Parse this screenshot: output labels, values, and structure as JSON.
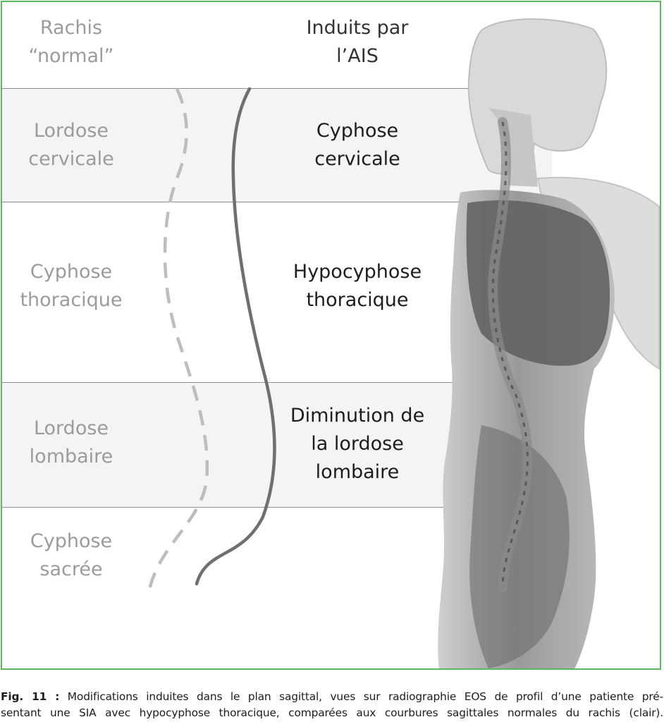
{
  "headers": {
    "normal": "Rachis\n“normal”",
    "ais": "Induits par\nl’AIS"
  },
  "regions": [
    {
      "normal": "Lordose\ncervicale",
      "ais": "Cyphose\ncervicale"
    },
    {
      "normal": "Cyphose\nthoracique",
      "ais": "Hypocyphose\nthoracique"
    },
    {
      "normal": "Lordose\nlombaire",
      "ais": "Diminution de\nla lordose\nlombaire"
    },
    {
      "normal": "Cyphose\nsacrée",
      "ais": ""
    }
  ],
  "caption": {
    "label": "Fig. 11 :",
    "line1": "Modifications induites dans le plan sagittal, vues sur radiographie EOS de profil d’une patiente pré-",
    "line2": "sentant une SIA avec hypocyphose thoracique, comparées aux courbures sagittales normales du rachis (clair)."
  },
  "colors": {
    "frame": "#5cb85c",
    "band": "#f4f4f4",
    "normal_text": "#9b9b9b",
    "ais_text": "#1d1d1d",
    "normal_curve": "#bdbdbd",
    "ais_curve": "#6f6f6f"
  }
}
